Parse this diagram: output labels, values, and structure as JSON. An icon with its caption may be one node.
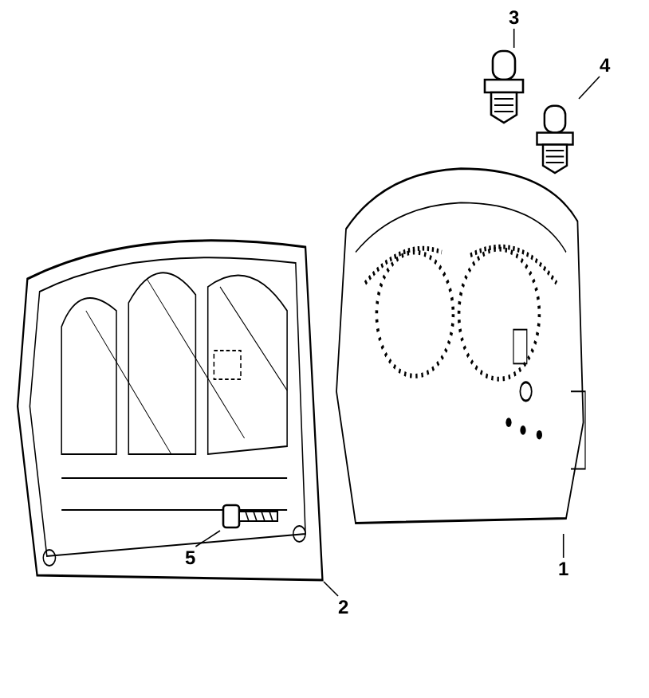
{
  "diagram": {
    "nodes": [
      {
        "text": [
          "3"
        ]
      },
      {
        "text": [],
        "shape": "picture"
      },
      {
        "text": [
          "4"
        ]
      },
      {
        "text": [],
        "shape": "picture"
      },
      {
        "text": [
          "1"
        ]
      },
      {
        "text": [],
        "shape": "picture"
      },
      {
        "text": [
          "2"
        ]
      },
      {
        "text": [],
        "shape": "picture"
      },
      {
        "text": [
          "5"
        ],
        "in": 7
      },
      {
        "text": [],
        "shape": "picture",
        "in": 7
      }
    ],
    "edges": [
      {
        "from": 0,
        "to": 1,
        "arrow": "none"
      },
      {
        "from": 2,
        "to": 3,
        "arrow": "none"
      },
      {
        "from": 4,
        "to": 5,
        "arrow": "none"
      },
      {
        "from": 6,
        "to": 7,
        "arrow": "none"
      },
      {
        "from": 8,
        "to": 9,
        "arrow": "none"
      }
    ]
  }
}
